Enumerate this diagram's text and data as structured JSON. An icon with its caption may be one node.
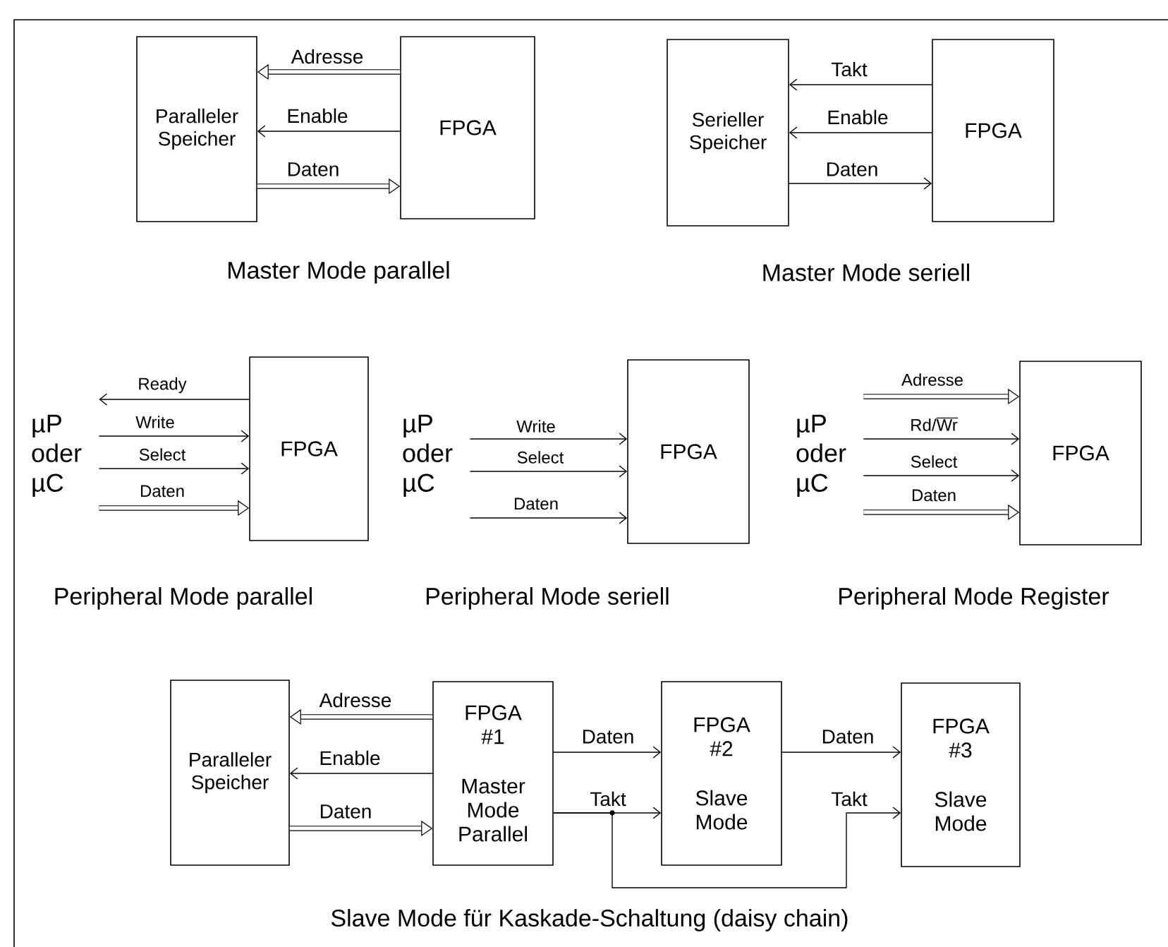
{
  "diagram": {
    "nodes": [
      {
        "text": [
          "Paralleler Speicher"
        ]
      },
      {
        "text": [
          "FPGA"
        ]
      },
      {
        "text": [
          "Serieller Speicher"
        ]
      },
      {
        "text": [
          "FPGA"
        ]
      },
      {
        "text": [
          "µP oder µC"
        ]
      },
      {
        "text": [
          "FPGA"
        ]
      },
      {
        "text": [
          "µP oder µC"
        ]
      },
      {
        "text": [
          "FPGA"
        ]
      },
      {
        "text": [
          "µP oder µC"
        ]
      },
      {
        "text": [
          "FPGA"
        ]
      },
      {
        "text": [
          "Paralleler Speicher"
        ]
      },
      {
        "text": [
          "FPGA #1",
          "Master Mode Parallel"
        ]
      },
      {
        "text": [
          "FPGA #2",
          "Slave Mode"
        ]
      },
      {
        "text": [
          "FPGA #3",
          "Slave Mode"
        ]
      }
    ],
    "edges": [
      {
        "from": 1,
        "to": 0,
        "arrow": "to",
        "label": "Adresse",
        "style": "thick"
      },
      {
        "from": 1,
        "to": 0,
        "arrow": "to",
        "label": "Enable"
      },
      {
        "from": 0,
        "to": 1,
        "arrow": "to",
        "label": "Daten",
        "style": "thick"
      },
      {
        "from": 3,
        "to": 2,
        "arrow": "to",
        "label": "Takt"
      },
      {
        "from": 3,
        "to": 2,
        "arrow": "to",
        "label": "Enable"
      },
      {
        "from": 2,
        "to": 3,
        "arrow": "to",
        "label": "Daten"
      },
      {
        "from": 5,
        "to": 4,
        "arrow": "to",
        "label": "Ready"
      },
      {
        "from": 4,
        "to": 5,
        "arrow": "to",
        "label": "Write"
      },
      {
        "from": 4,
        "to": 5,
        "arrow": "to",
        "label": "Select"
      },
      {
        "from": 4,
        "to": 5,
        "arrow": "to",
        "label": "Daten",
        "style": "thick"
      },
      {
        "from": 6,
        "to": 7,
        "arrow": "to",
        "label": "Write"
      },
      {
        "from": 6,
        "to": 7,
        "arrow": "to",
        "label": "Select"
      },
      {
        "from": 6,
        "to": 7,
        "arrow": "to",
        "label": "Daten"
      },
      {
        "from": 8,
        "to": 9,
        "arrow": "to",
        "label": "Adresse",
        "style": "thick"
      },
      {
        "from": 8,
        "to": 9,
        "arrow": "to",
        "label": "Rd/Wr"
      },
      {
        "from": 8,
        "to": 9,
        "arrow": "to",
        "label": "Select"
      },
      {
        "from": 8,
        "to": 9,
        "arrow": "to",
        "label": "Daten",
        "style": "thick"
      },
      {
        "from": 11,
        "to": 10,
        "arrow": "to",
        "label": "Adresse",
        "style": "thick"
      },
      {
        "from": 11,
        "to": 10,
        "arrow": "to",
        "label": "Enable"
      },
      {
        "from": 10,
        "to": 11,
        "arrow": "to",
        "label": "Daten",
        "style": "thick"
      },
      {
        "from": 11,
        "to": 12,
        "arrow": "to",
        "label": "Daten"
      },
      {
        "from": 11,
        "to": 12,
        "arrow": "to",
        "label": "Takt"
      },
      {
        "from": 12,
        "to": 13,
        "arrow": "to",
        "label": "Daten"
      },
      {
        "from": 11,
        "to": 13,
        "arrow": "to",
        "label": "Takt"
      }
    ],
    "labels": [
      "Master Mode parallel",
      "Master Mode seriell",
      "Peripheral Mode parallel",
      "Peripheral Mode seriell",
      "Peripheral Mode Register",
      "Slave Mode für Kaskade-Schaltung (daisy chain)"
    ]
  }
}
